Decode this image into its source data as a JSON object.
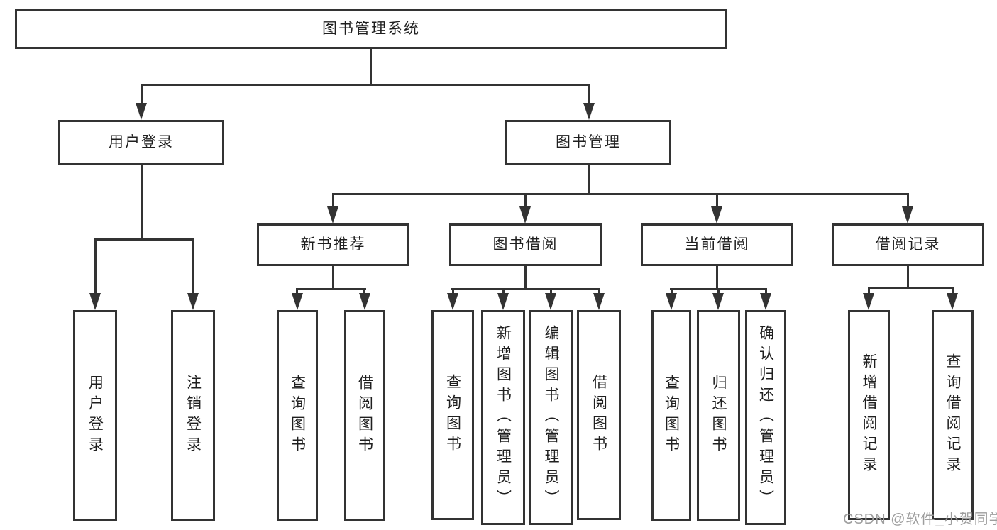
{
  "diagram": {
    "title": "图书管理系统",
    "level1": [
      {
        "label": "用户登录"
      },
      {
        "label": "图书管理"
      }
    ],
    "level2": [
      {
        "label": "新书推荐"
      },
      {
        "label": "图书借阅"
      },
      {
        "label": "当前借阅"
      },
      {
        "label": "借阅记录"
      }
    ],
    "leaves": {
      "login": [
        {
          "label": "用户登录"
        },
        {
          "label": "注销登录"
        }
      ],
      "recommend": [
        {
          "label": "查询图书"
        },
        {
          "label": "借阅图书"
        }
      ],
      "borrow": [
        {
          "label": "查询图书"
        },
        {
          "label": "新增图书（管理员）"
        },
        {
          "label": "编辑图书（管理员）"
        },
        {
          "label": "借阅图书"
        }
      ],
      "current": [
        {
          "label": "查询图书"
        },
        {
          "label": "归还图书"
        },
        {
          "label": "确认归还（管理员）"
        }
      ],
      "record": [
        {
          "label": "新增借阅记录"
        },
        {
          "label": "查询借阅记录"
        }
      ]
    },
    "watermark": "CSDN @软件_小贺同学",
    "colors": {
      "line": "#333333",
      "text": "#1f1f1f",
      "watermark": "#9e9e9e",
      "background": "#ffffff"
    }
  }
}
